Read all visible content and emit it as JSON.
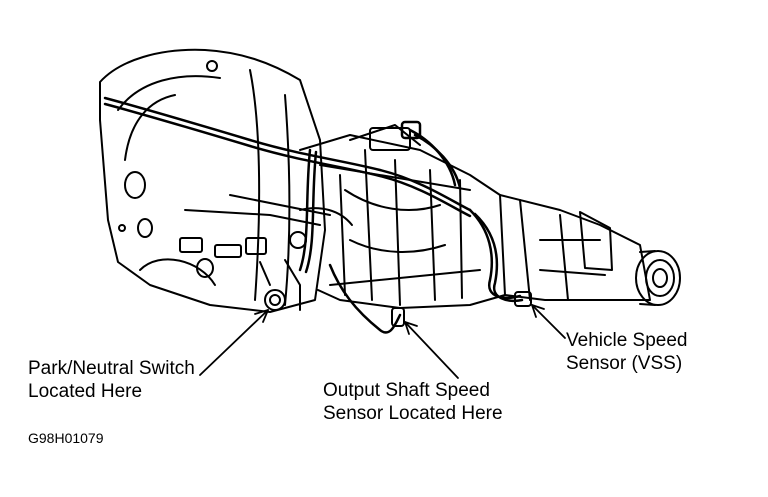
{
  "diagram": {
    "callouts": {
      "park_neutral": {
        "line1": "Park/Neutral Switch",
        "line2": "Located Here"
      },
      "output_shaft": {
        "line1": "Output Shaft Speed",
        "line2": "Sensor Located Here"
      },
      "vss": {
        "line1": "Vehicle Speed",
        "line2": "Sensor (VSS)"
      }
    },
    "figure_code": "G98H01079",
    "colors": {
      "ink": "#000000",
      "background": "#ffffff"
    }
  }
}
